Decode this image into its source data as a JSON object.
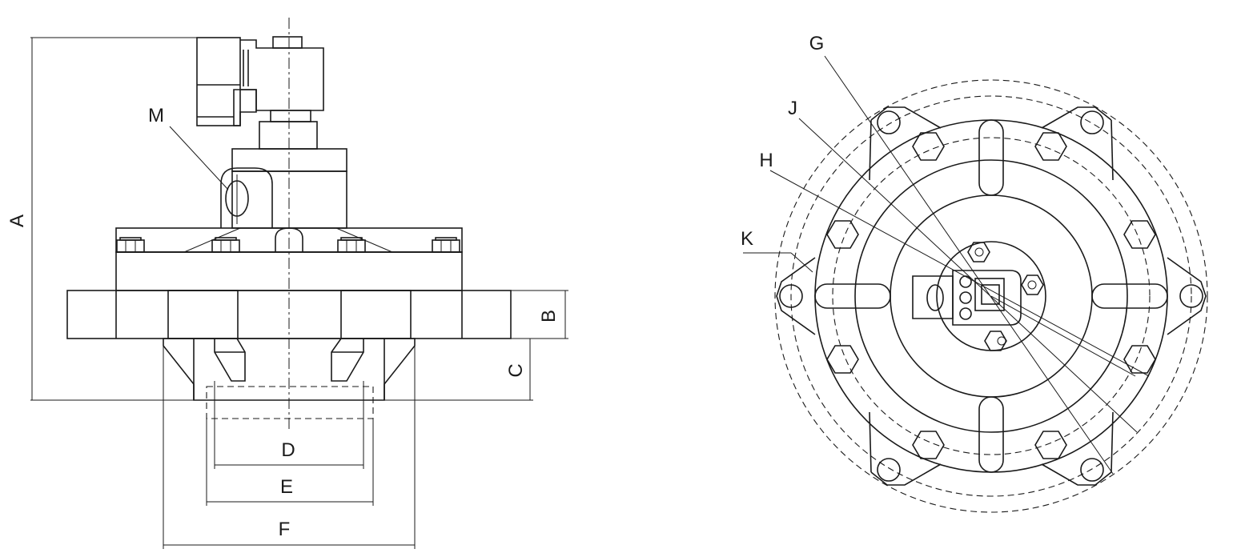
{
  "drawing": {
    "labels": {
      "A": "A",
      "B": "B",
      "C": "C",
      "D": "D",
      "E": "E",
      "F": "F",
      "M": "M",
      "G": "G",
      "J": "J",
      "H": "H",
      "K": "K"
    }
  }
}
